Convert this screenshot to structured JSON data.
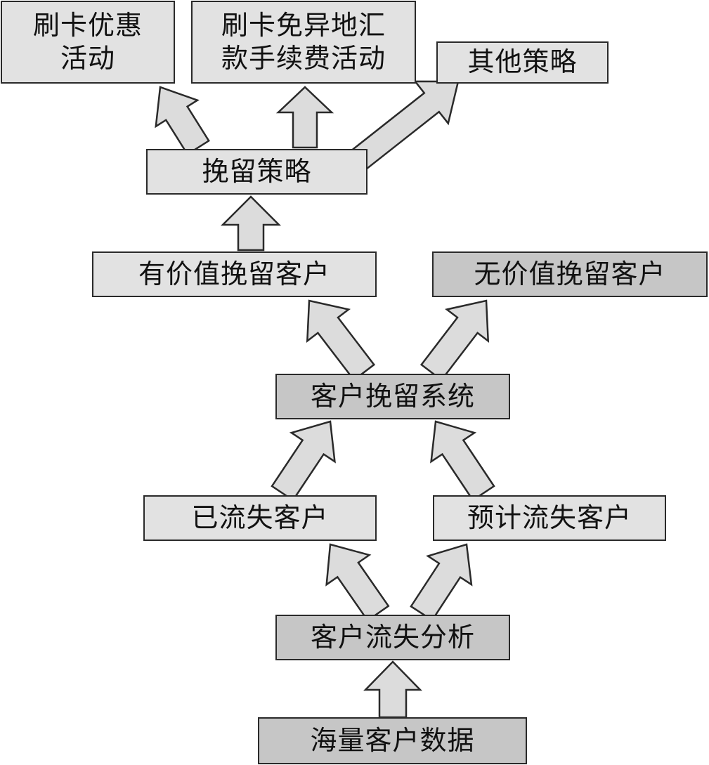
{
  "colors": {
    "box_light": "#e2e2e2",
    "box_dark": "#c6c6c6",
    "border": "#2a2a2a",
    "arrow_fill": "#dcdcdc",
    "arrow_stroke": "#2a2a2a",
    "text": "#111111"
  },
  "nodes": {
    "card_discount": "刷卡优惠\n活动",
    "fee_waiver": "刷卡免异地汇\n款手续费活动",
    "other_strategy": "其他策略",
    "retention_strategy": "挽留策略",
    "valuable_customers": "有价值挽留客户",
    "nonvaluable_customers": "无价值挽留客户",
    "retention_system": "客户挽留系统",
    "churned_customers": "已流失客户",
    "predicted_churn": "预计流失客户",
    "churn_analysis": "客户流失分析",
    "customer_data": "海量客户数据"
  },
  "edges": [
    {
      "from": "customer_data",
      "to": "churn_analysis"
    },
    {
      "from": "churn_analysis",
      "to": "churned_customers"
    },
    {
      "from": "churn_analysis",
      "to": "predicted_churn"
    },
    {
      "from": "churned_customers",
      "to": "retention_system"
    },
    {
      "from": "predicted_churn",
      "to": "retention_system"
    },
    {
      "from": "retention_system",
      "to": "valuable_customers"
    },
    {
      "from": "retention_system",
      "to": "nonvaluable_customers"
    },
    {
      "from": "valuable_customers",
      "to": "retention_strategy"
    },
    {
      "from": "retention_strategy",
      "to": "card_discount"
    },
    {
      "from": "retention_strategy",
      "to": "fee_waiver"
    },
    {
      "from": "retention_strategy",
      "to": "other_strategy"
    }
  ]
}
